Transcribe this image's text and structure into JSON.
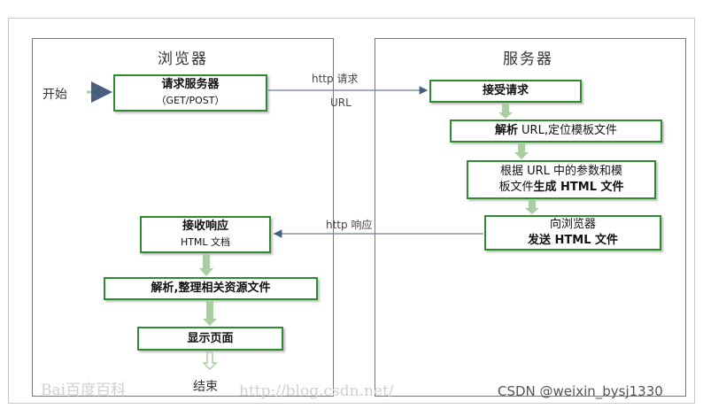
{
  "diagram": {
    "browser_title": "浏览器",
    "server_title": "服务器",
    "start_label": "开始",
    "end_label": "结束",
    "request_box": {
      "line1": "请求服务器",
      "line2": "（GET/POST）"
    },
    "http_request_label": "http 请求",
    "url_label": "URL",
    "receive_request": "接受请求",
    "parse_url": {
      "bold": "解析",
      "text": "URL,定位模板文件"
    },
    "build_html": {
      "line1": "根据 URL 中的参数和模",
      "line2_plain": "板文件",
      "line2_bold": "生成 HTML 文件"
    },
    "send_html": {
      "line1": "向浏览器",
      "line2": "发送 HTML 文件"
    },
    "http_response_label": "http 响应",
    "receive_response": {
      "line1": "接收响应",
      "line2": "HTML 文档"
    },
    "parse_resources": "解析,整理相关资源文件",
    "show_page": "显示页面"
  },
  "watermarks": {
    "baidu": "Bai百度百科",
    "url_ghost": "http://blog.csdn.net/",
    "csdn": "CSDN @weixin_bysj1330"
  },
  "colors": {
    "box_border": "#2e8b2e",
    "down_arrow": "#a8cfa0",
    "line_arrow": "#6a7f98"
  }
}
